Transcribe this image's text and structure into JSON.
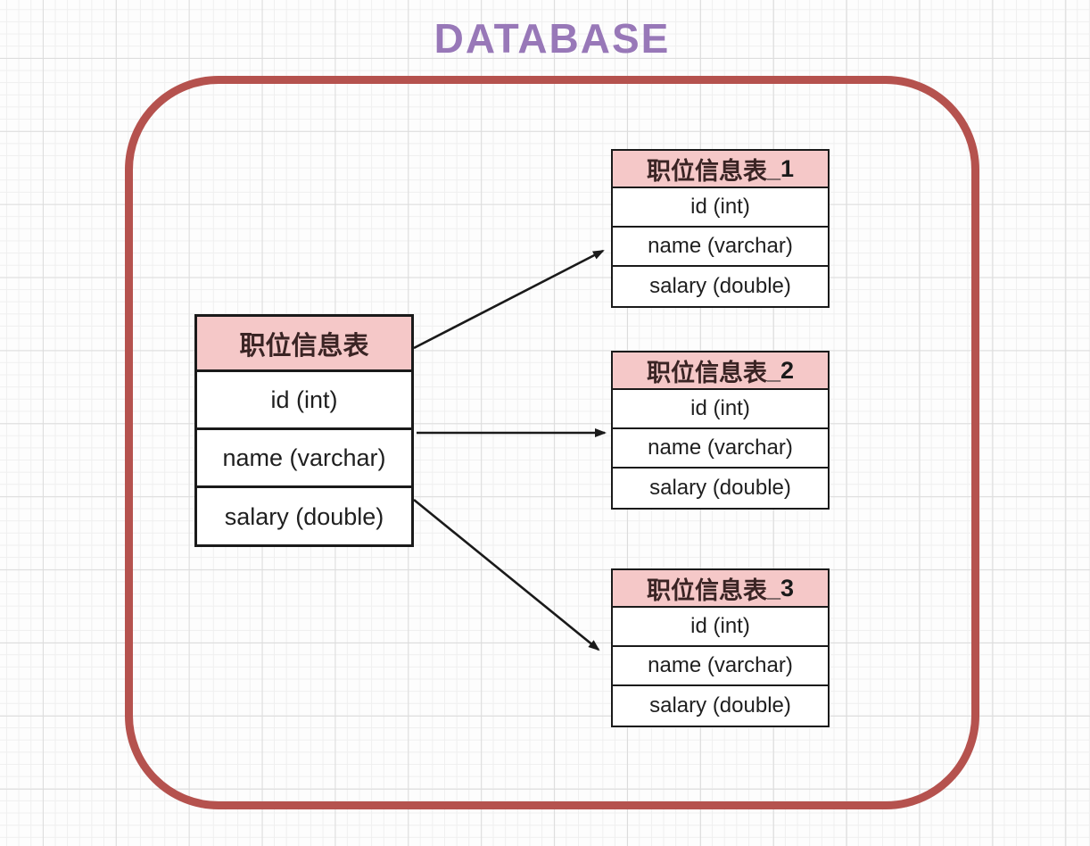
{
  "title": "DATABASE",
  "colors": {
    "title_text": "#9878b8",
    "container_border": "#b5524e",
    "table_header_bg": "#f5c8c8",
    "table_border": "#1a1a1a",
    "arrow": "#1a1a1a"
  },
  "source_table": {
    "header": "职位信息表",
    "rows": [
      "id (int)",
      "name (varchar)",
      "salary (double)"
    ]
  },
  "target_tables": [
    {
      "header_base": "职位信息表",
      "header_suffix": "_1",
      "rows": [
        "id (int)",
        "name (varchar)",
        "salary (double)"
      ]
    },
    {
      "header_base": "职位信息表",
      "header_suffix": "_2",
      "rows": [
        "id (int)",
        "name (varchar)",
        "salary (double)"
      ]
    },
    {
      "header_base": "职位信息表",
      "header_suffix": "_3",
      "rows": [
        "id (int)",
        "name (varchar)",
        "salary (double)"
      ]
    }
  ]
}
